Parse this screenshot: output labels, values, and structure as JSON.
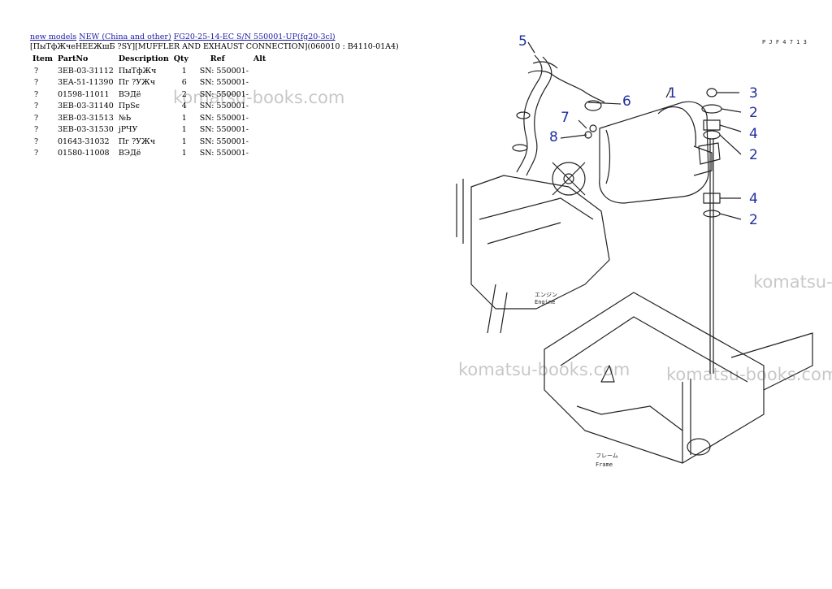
{
  "breadcrumb": {
    "link1": "new models",
    "link2": "NEW (China and other)",
    "link3": "FG20-25-14-EC S/N 550001-UP(fg20-3cl)"
  },
  "subtitle": "[ПыТфЖчеНЕЕЖшБ ?SY][MUFFLER AND EXHAUST CONNECTION](060010 : B4110-01A4)",
  "table": {
    "headers": [
      "Item",
      "PartNo",
      "Description",
      "Qty",
      "Ref",
      "Alt"
    ],
    "rows": [
      {
        "item": "?",
        "partno": "3EB-03-31112",
        "desc": "ПыТфЖч",
        "qty": "1",
        "ref": "SN: 550001-",
        "alt": ""
      },
      {
        "item": "?",
        "partno": "3EA-51-11390",
        "desc": "Пг ?УЖч",
        "qty": "6",
        "ref": "SN: 550001-",
        "alt": ""
      },
      {
        "item": "?",
        "partno": "01598-11011",
        "desc": "ВЭДё",
        "qty": "2",
        "ref": "SN: 550001-",
        "alt": ""
      },
      {
        "item": "?",
        "partno": "3EB-03-31140",
        "desc": "ПрSє",
        "qty": "4",
        "ref": "SN: 550001-",
        "alt": ""
      },
      {
        "item": "?",
        "partno": "3EB-03-31513",
        "desc": "№Ь",
        "qty": "1",
        "ref": "SN: 550001-",
        "alt": ""
      },
      {
        "item": "?",
        "partno": "3EB-03-31530",
        "desc": "јРЧУ",
        "qty": "1",
        "ref": "SN: 550001-",
        "alt": ""
      },
      {
        "item": "?",
        "partno": "01643-31032",
        "desc": "Пг ?УЖч",
        "qty": "1",
        "ref": "SN: 550001-",
        "alt": ""
      },
      {
        "item": "?",
        "partno": "01580-11008",
        "desc": "ВЭДё",
        "qty": "1",
        "ref": "SN: 550001-",
        "alt": ""
      }
    ]
  },
  "watermarks": {
    "w1": "komatsu-books.com",
    "w2": "komatsu-",
    "w3": "komatsu-books.com",
    "w4": "komatsu-books.com"
  },
  "drawing": {
    "code": "P J F 4 7 1 3",
    "engine_jp": "エンジン",
    "engine_label": "Engine",
    "frame_jp": "フレーム",
    "frame_label": "Frame",
    "callouts": [
      "5",
      "6",
      "7",
      "8",
      "1",
      "3",
      "2",
      "4",
      "2",
      "4",
      "2"
    ]
  }
}
